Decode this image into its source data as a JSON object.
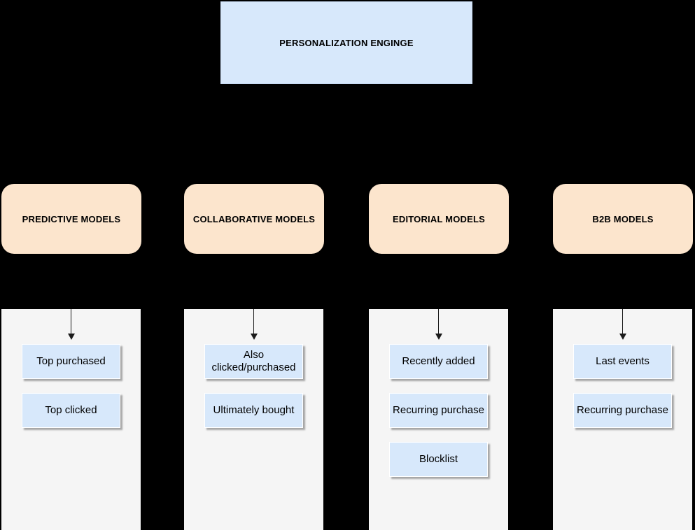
{
  "engine": {
    "label": "PERSONALIZATION ENGINGE"
  },
  "columns": [
    {
      "header": "PREDICTIVE MODELS",
      "items": [
        "Top purchased",
        "Top clicked"
      ]
    },
    {
      "header": "COLLABORATIVE MODELS",
      "items": [
        "Also\nclicked/purchased",
        "Ultimately bought"
      ]
    },
    {
      "header": "EDITORIAL MODELS",
      "items": [
        "Recently added",
        "Recurring purchase",
        "Blocklist"
      ]
    },
    {
      "header": "B2B MODELS",
      "items": [
        "Last events",
        "Recurring purchase"
      ]
    }
  ],
  "colors": {
    "background": "#000000",
    "engine_fill": "#d7e8fb",
    "engine_border": "#c9dcf4",
    "header_fill": "#fce5cd",
    "container_fill": "#f5f5f5",
    "item_fill": "#d7e8fb",
    "item_border": "#ffffff",
    "arrow_color": "#1a1a1a",
    "text_color": "#000000"
  }
}
